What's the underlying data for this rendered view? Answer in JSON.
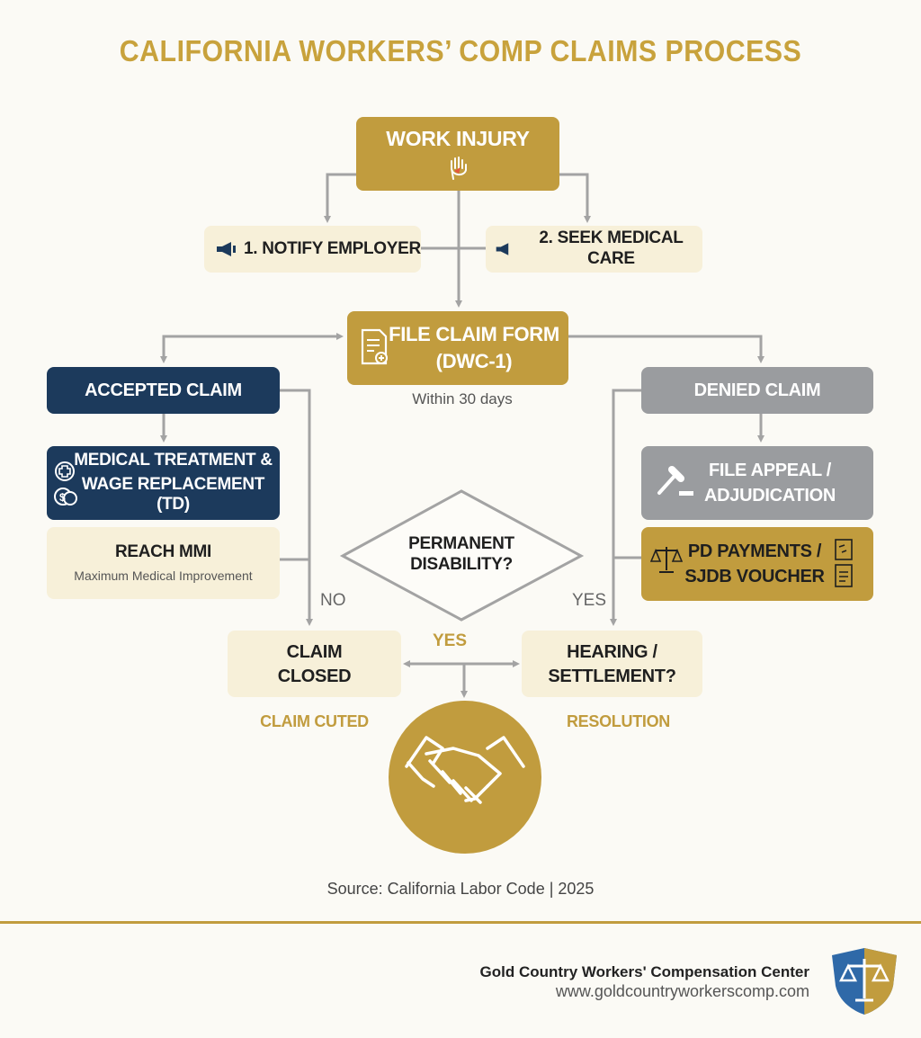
{
  "title": "CALIFORNIA WORKERS’ COMP CLAIMS PROCESS",
  "nodes": {
    "work_injury": "WORK INJURY",
    "notify_employer": "1. NOTIFY EMPLOYER",
    "seek_medical_care": "2. SEEK MEDICAL CARE",
    "file_claim_line1": "FILE CLAIM FORM",
    "file_claim_line2": "(DWC-1)",
    "file_claim_note": "Within 30 days",
    "accepted_claim": "ACCEPTED CLAIM",
    "medical_treatment_line1": "MEDICAL TREATMENT &",
    "medical_treatment_line2": "WAGE REPLACEMENT (TD)",
    "reach_mmi": "REACH MMI",
    "reach_mmi_sub": "Maximum Medical Improvement",
    "denied_claim": "DENIED CLAIM",
    "file_appeal_line1": "FILE APPEAL /",
    "file_appeal_line2": "ADJUDICATION",
    "pd_payments_line1": "PD PAYMENTS /",
    "pd_payments_line2": "SJDB VOUCHER",
    "permanent_disability_line1": "PERMANENT",
    "permanent_disability_line2": "DISABILITY?",
    "claim_closed_line1": "CLAIM",
    "claim_closed_line2": "CLOSED",
    "hearing_line1": "HEARING /",
    "hearing_line2": "SETTLEMENT?"
  },
  "edge_labels": {
    "no": "NO",
    "yes_right": "YES",
    "yes_center": "YES"
  },
  "outcome_labels": {
    "left": "CLAIM CUTED",
    "right": "RESOLUTION"
  },
  "source": "Source: California Labor Code  |  2025",
  "footer": {
    "org_name": "Gold Country Workers' Compensation Center",
    "url": "www.goldcountryworkerscomp.com"
  },
  "colors": {
    "gold": "#c19c3e",
    "navy": "#1c3a5c",
    "gray": "#9a9c9f",
    "cream": "#f7f0d9",
    "connector": "#a3a3a3"
  },
  "icons": [
    "hand-injury-icon",
    "megaphone-icon",
    "document-plus-icon",
    "medical-cross-icon",
    "dollar-coins-icon",
    "gavel-icon",
    "scales-icon",
    "document-icon",
    "handshake-icon",
    "shield-scales-logo"
  ]
}
